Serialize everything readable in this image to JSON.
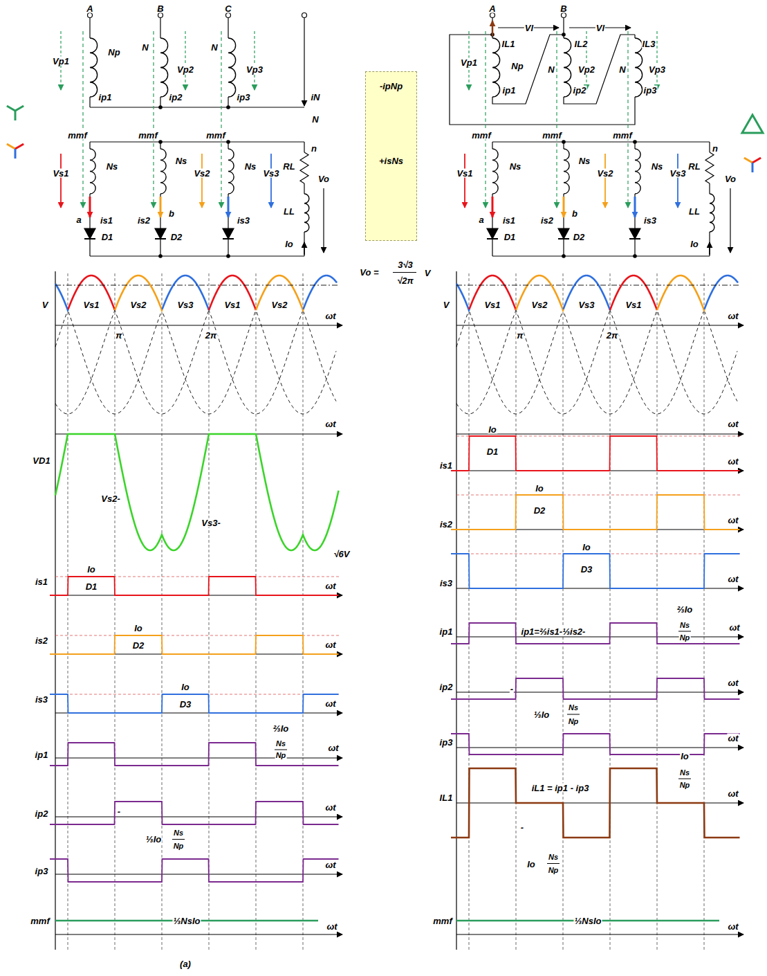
{
  "diagram": {
    "nodes": [
      {
        "text": [
          "-ipNp",
          "+isNs"
        ]
      }
    ],
    "labels": [
      "A",
      "B",
      "C",
      "Vp1",
      "Np",
      "N",
      "Vp2",
      "N",
      "Vp3",
      "ip1",
      "ip2",
      "ip3",
      "iN",
      "N",
      "mmf",
      "mmf",
      "mmf",
      "n",
      "Vs1",
      "Ns",
      "Ns",
      "Vs2",
      "Ns",
      "Vs3",
      "RL",
      "Vo",
      "a",
      "is1",
      "is2",
      "b",
      "is3",
      "LL",
      "Io",
      "D1",
      "D2",
      "Vo =",
      "3√3",
      "√2π",
      "V",
      "V",
      "Vs1",
      "Vs2",
      "Vs3",
      "Vs1",
      "Vs2",
      "ωt",
      "π",
      "2π",
      "ωt",
      "VD1",
      "Vs2-",
      "Vs3-",
      "√6V",
      "is1",
      "Io",
      "D1",
      "ωt",
      "is2",
      "Io",
      "D2",
      "ωt",
      "is3",
      "Io",
      "D3",
      "ωt",
      "ip1",
      "⅔Io",
      "Ns",
      "Np",
      "ωt",
      "ip2",
      "-",
      "ωt",
      "⅓Io",
      "Ns",
      "Np",
      "ip3",
      "ωt",
      "mmf",
      "⅓NsIo",
      "ωt",
      "(a)",
      "A",
      "B",
      "Vl",
      "Vl",
      "IL1",
      "IL2",
      "IL3",
      "Vp1",
      "Np",
      "N",
      "Vp2",
      "N",
      "Vp3",
      "ip1",
      "ip2",
      "ip3",
      "mmf",
      "mmf",
      "mmf",
      "n",
      "Vs1",
      "Ns",
      "Ns",
      "Vs2",
      "Ns",
      "Vs3",
      "RL",
      "Vo",
      "a",
      "is1",
      "is2",
      "b",
      "is3",
      "LL",
      "Io",
      "D1",
      "D2",
      "V",
      "Vs1",
      "Vs2",
      "Vs3",
      "Vs1",
      "ωt",
      "π",
      "2π",
      "ωt",
      "is1",
      "Io",
      "D1",
      "ωt",
      "is2",
      "Io",
      "D2",
      "ωt",
      "is3",
      "Io",
      "D3",
      "ωt",
      "ip1",
      "ip1=⅔is1-⅓is2-",
      "⅔Io",
      "Ns",
      "Np",
      "ωt",
      "ip2",
      "-",
      "⅓Io",
      "Ns",
      "Np",
      "ωt",
      "ip3",
      "ωt",
      "IL1",
      "Io",
      "Ns",
      "Np",
      "iL1 = ip1 - ip3",
      "-",
      "Io",
      "Ns",
      "Np",
      "ωt",
      "mmf",
      "⅓NsIo",
      "ωt"
    ]
  }
}
